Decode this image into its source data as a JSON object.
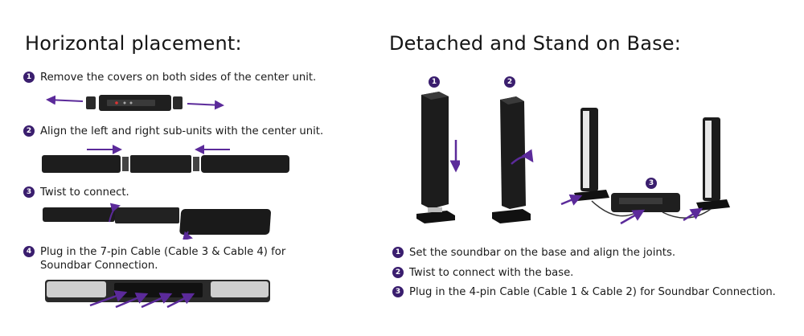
{
  "left": {
    "title": "Horizontal placement:",
    "steps": [
      {
        "num": "1",
        "text": "Remove the covers on both sides of the center unit."
      },
      {
        "num": "2",
        "text": "Align the left and right sub-units with the center unit."
      },
      {
        "num": "3",
        "text": "Twist to connect."
      },
      {
        "num": "4",
        "text": "Plug in the 7-pin Cable (Cable 3 & Cable 4) for\nSoundbar Connection."
      }
    ]
  },
  "right": {
    "title": "Detached and Stand on Base:",
    "figure_labels": [
      "1",
      "2",
      "3"
    ],
    "steps": [
      {
        "num": "1",
        "text": "Set the soundbar on the base and align the joints."
      },
      {
        "num": "2",
        "text": "Twist to connect with the base."
      },
      {
        "num": "3",
        "text": "Plug in the 4-pin Cable (Cable 1 & Cable 2) for Soundbar Connection."
      }
    ]
  },
  "colors": {
    "accent": "#5b2a9a",
    "badge": "#3a1e6e",
    "device": "#1f1f1f"
  }
}
